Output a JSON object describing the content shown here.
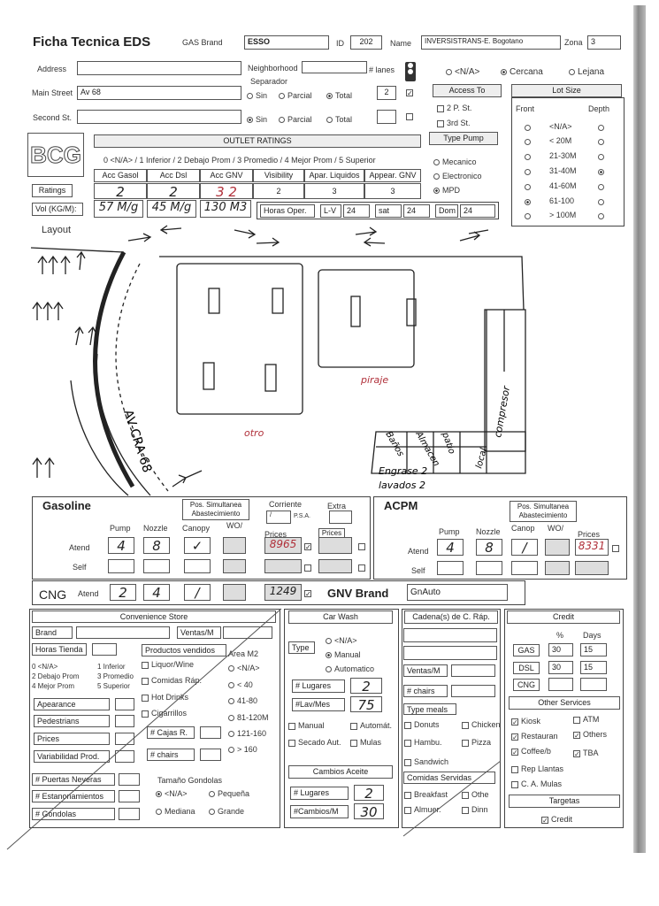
{
  "header": {
    "title": "Ficha Tecnica EDS",
    "gas_brand_label": "GAS Brand",
    "gas_brand_value": "ESSO",
    "id_label": "ID",
    "id_value": "202",
    "name_label": "Name",
    "name_value": "INVERSISTRANS-E. Bogotano",
    "zona_label": "Zona",
    "zona_value": "3"
  },
  "address": {
    "address_label": "Address",
    "address_value": "",
    "neighborhood_label": "Neighborhood",
    "neighborhood_value": "",
    "lanes_label": "# lanes",
    "main_street_label": "Main Street",
    "main_street_value": "Av 68",
    "separador_label": "Separador",
    "second_st_label": "Second St.",
    "second_st_value": "",
    "sep_options": [
      "Sin",
      "Parcial",
      "Total"
    ],
    "lanes_main": "2",
    "lanes_second": ""
  },
  "location": {
    "options": [
      "<N/A>",
      "Cercana",
      "Lejana"
    ],
    "selected": "Cercana"
  },
  "access": {
    "title": "Access To",
    "options": [
      "2 P. St.",
      "3rd St."
    ]
  },
  "type_pump": {
    "title": "Type Pump",
    "options": [
      "Mecanico",
      "Electronico",
      "MPD"
    ],
    "selected": "MPD"
  },
  "lot_size": {
    "title": "Lot Size",
    "front_label": "Front",
    "depth_label": "Depth",
    "rows": [
      "<N/A>",
      "< 20M",
      "21-30M",
      "31-40M",
      "41-60M",
      "61-100",
      "> 100M"
    ],
    "front_selected": "61-100",
    "depth_selected": "31-40M"
  },
  "outlet": {
    "logo": "BCG",
    "title": "OUTLET RATINGS",
    "scale": "0 <N/A> / 1 Inferior / 2 Debajo Prom / 3 Promedio / 4 Mejor Prom / 5 Superior",
    "ratings_label": "Ratings",
    "vol_label": "Vol (KG/M):",
    "columns": [
      "Acc Gasol",
      "Acc Dsl",
      "Acc GNV",
      "Visibility",
      "Apar. Liquidos",
      "Appear. GNV"
    ],
    "ratings": [
      "2",
      "2",
      "3 2",
      "2",
      "3",
      "3"
    ],
    "volumes": [
      "57 M/g",
      "45 M/g",
      "130 M3"
    ],
    "horas_label": "Horas Oper.",
    "lv_label": "L-V",
    "lv_value": "24",
    "sat_label": "sat",
    "sat_value": "24",
    "dom_label": "Dom",
    "dom_value": "24"
  },
  "layout": {
    "label": "Layout",
    "street_label": "AV-CRA-68",
    "otro_label": "otro",
    "piraje_label": "piraje",
    "compresor_label": "compresor",
    "local_label": "local",
    "patio_label": "patio",
    "almacen_label": "Almacen",
    "banos_label": "Baños",
    "engrase_label": "Engrase 2",
    "lavados_label": "lavados 2"
  },
  "gasoline": {
    "title": "Gasoline",
    "pos_label": "Pos. Simultanea Abastecimiento",
    "corriente_label": "Corriente",
    "psa_label": "P.S.A.",
    "extra_label": "Extra",
    "pump_label": "Pump",
    "nozzle_label": "Nozzle",
    "canopy_label": "Canopy",
    "wo_label": "WO/",
    "prices_label": "Prices",
    "prices2_label": "Prices",
    "atend_label": "Atend",
    "self_label": "Self",
    "atend_pump": "4",
    "atend_nozzle": "8",
    "price": "8965"
  },
  "acpm": {
    "title": "ACPM",
    "pos_label": "Pos. Simultanea Abastecimiento",
    "pump_label": "Pump",
    "nozzle_label": "Nozzle",
    "canop_label": "Canop",
    "wo_label": "WO/",
    "prices_label": "Prices",
    "atend_label": "Atend",
    "self_label": "Self",
    "atend_pump": "4",
    "atend_nozzle": "8",
    "price": "8331"
  },
  "cng": {
    "title": "CNG",
    "atend_label": "Atend",
    "pump": "2",
    "nozzle": "4",
    "price": "1249",
    "brand_label": "GNV Brand",
    "brand_value": "GnAuto"
  },
  "convenience": {
    "title": "Convenience Store",
    "brand_label": "Brand",
    "ventas_label": "Ventas/M",
    "horas_label": "Horas Tienda",
    "productos_label": "Productos vendidos",
    "scale": [
      "0 <N/A>",
      "1 Inferior",
      "2 Debajo Prom",
      "3 Promedio",
      "4 Mejor Prom",
      "5 Superior"
    ],
    "products": [
      "Liquor/Wine",
      "Comidas Ráp.",
      "Hot Drinks",
      "Cigarrillos"
    ],
    "area_label": "Area M2",
    "area_options": [
      "<N/A>",
      "< 40",
      "41-80",
      "81-120M",
      "121-160",
      "> 160"
    ],
    "attrs": [
      "Apearance",
      "Pedestrians",
      "Prices",
      "Variabilidad Prod."
    ],
    "cajas_label": "# Cajas R.",
    "chairs_label": "# chairs",
    "counts": [
      "# Puertas Neveras",
      "# Estanonamientos",
      "# Gondolas"
    ],
    "tamano_label": "Tamaño Gondolas",
    "tamano_options": [
      "<N/A>",
      "Pequeña",
      "Mediana",
      "Grande"
    ]
  },
  "carwash": {
    "title": "Car Wash",
    "type_label": "Type",
    "type_options": [
      "<N/A>",
      "Manual",
      "Automatico"
    ],
    "lugares_label": "# Lugares",
    "lugares_value": "2",
    "lav_label": "#Lav/Mes",
    "lav_value": "75",
    "extras": [
      "Manual",
      "Automát.",
      "Secado Aut.",
      "Mulas"
    ],
    "aceite_title": "Cambios Aceite",
    "aceite_lugares_label": "# Lugares",
    "aceite_lugares_value": "2",
    "aceite_cambios_label": "#Cambios/M",
    "aceite_cambios_value": "30"
  },
  "cadena": {
    "title": "Cadena(s) de C. Ráp.",
    "ventas_label": "Ventas/M",
    "chairs_label": "# chairs",
    "meals_label": "Type meals",
    "meals": [
      "Donuts",
      "Chicken",
      "Hambu.",
      "Pizza",
      "Sandwich"
    ],
    "comidas_label": "Comidas Servidas",
    "comidas": [
      "Breakfast",
      "Othe",
      "Almuer.",
      "Dinn"
    ]
  },
  "credit": {
    "title": "Credit",
    "pct_label": "%",
    "days_label": "Days",
    "rows": [
      {
        "name": "GAS",
        "pct": "30",
        "days": "15"
      },
      {
        "name": "DSL",
        "pct": "30",
        "days": "15"
      },
      {
        "name": "CNG",
        "pct": "",
        "days": ""
      }
    ],
    "other_title": "Other Services",
    "services": [
      "Kiosk",
      "ATM",
      "Restauran",
      "Others",
      "Coffee/b",
      "TBA",
      "Rep Llantas",
      "C. A. Mulas"
    ],
    "targetas_title": "Targetas",
    "credit_label": "Credit"
  }
}
